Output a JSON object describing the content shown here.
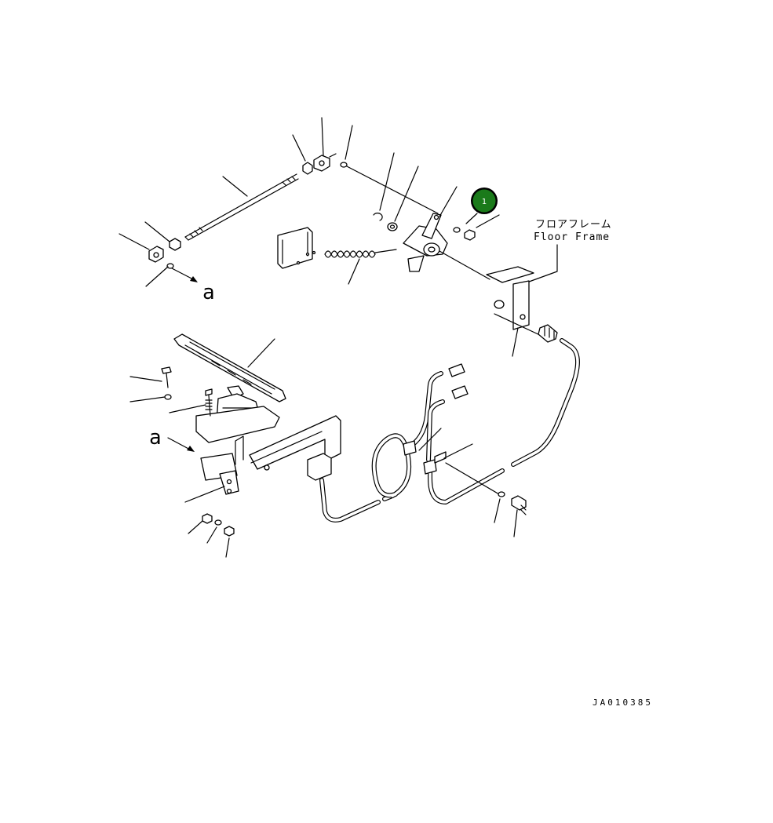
{
  "labels": {
    "floor_frame_jp": "フロアフレーム",
    "floor_frame_en": "Floor Frame",
    "view_ref_upper": "a",
    "view_ref_lower": "a",
    "drawing_number": "JA010385"
  },
  "callout": {
    "number": "1",
    "fill_color": "#1a7a1a",
    "ring_color": "#000000"
  }
}
